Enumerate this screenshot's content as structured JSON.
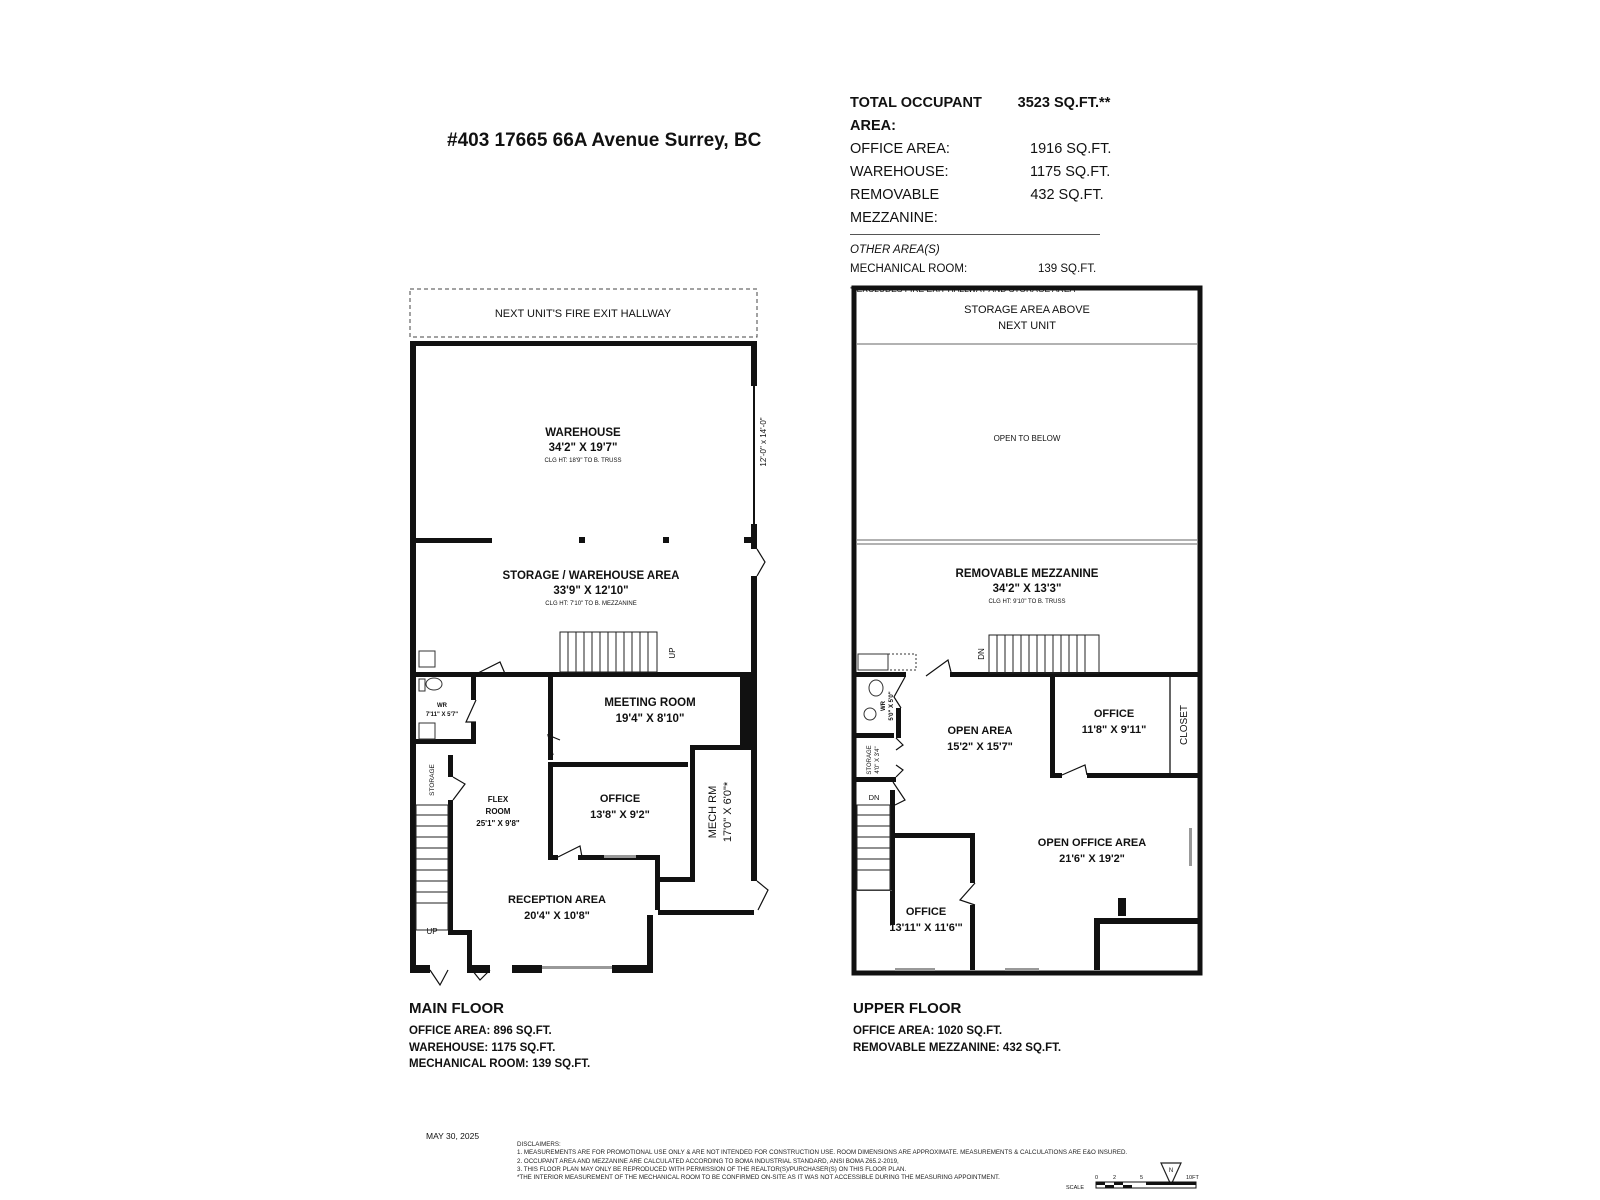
{
  "title": "#403 17665 66A Avenue Surrey, BC",
  "summary": {
    "total": {
      "label": "TOTAL OCCUPANT AREA:",
      "value": "3523 SQ.FT.**"
    },
    "rows": [
      {
        "label": "OFFICE AREA:",
        "value": "1916 SQ.FT."
      },
      {
        "label": "WAREHOUSE:",
        "value": "1175 SQ.FT."
      },
      {
        "label": "REMOVABLE MEZZANINE:",
        "value": "432 SQ.FT."
      }
    ],
    "other_heading": "OTHER AREA(S)",
    "mechanical": {
      "label": "MECHANICAL ROOM:",
      "value": "139 SQ.FT."
    },
    "note": "**EXCLUDES FIRE EXIT HALLWAY AND STORAGE AREA"
  },
  "main_floor": {
    "label": "MAIN FLOOR",
    "stats": [
      "OFFICE AREA: 896 SQ.FT.",
      "WAREHOUSE: 1175 SQ.FT.",
      "MECHANICAL ROOM: 139 SQ.FT."
    ],
    "fire_exit": "NEXT UNIT'S FIRE EXIT HALLWAY",
    "garage_door": "12'-0\" x 14'-0\"",
    "rooms": {
      "warehouse": {
        "name": "WAREHOUSE",
        "dim": "34'2\" X 19'7\"",
        "note": "CLG HT: 18'9\" TO B. TRUSS"
      },
      "storage_warehouse": {
        "name": "STORAGE / WAREHOUSE AREA",
        "dim": "33'9\" X 12'10\"",
        "note": "CLG HT: 7'10\" TO B. MEZZANINE"
      },
      "meeting": {
        "name": "MEETING ROOM",
        "dim": "19'4\" X 8'10\""
      },
      "office": {
        "name": "OFFICE",
        "dim": "13'8\" X 9'2\""
      },
      "mech": {
        "name": "MECH RM",
        "dim": "17'0\" X 6'0\"*"
      },
      "flex": {
        "name1": "FLEX",
        "name2": "ROOM",
        "dim": "25'1\" X 9'8\""
      },
      "reception": {
        "name": "RECEPTION AREA",
        "dim": "20'4\" X 10'8\""
      },
      "wr": {
        "name": "WR",
        "dim": "7'11\" X 5'7\""
      },
      "storage": "STORAGE",
      "up1": "UP",
      "up2": "UP"
    }
  },
  "upper_floor": {
    "label": "UPPER FLOOR",
    "stats": [
      "OFFICE AREA: 1020 SQ.FT.",
      "REMOVABLE MEZZANINE: 432 SQ.FT."
    ],
    "storage_above": [
      "STORAGE AREA ABOVE",
      "NEXT UNIT"
    ],
    "open_below": "OPEN TO BELOW",
    "rooms": {
      "mezzanine": {
        "name": "REMOVABLE MEZZANINE",
        "dim": "34'2\" X 13'3\"",
        "note": "CLG HT: 9'10\" TO B. TRUSS"
      },
      "open_area": {
        "name": "OPEN AREA",
        "dim": "15'2\" X 15'7\""
      },
      "office_a": {
        "name": "OFFICE",
        "dim": "11'8\" X 9'11\""
      },
      "closet": "CLOSET",
      "open_office": {
        "name": "OPEN OFFICE AREA",
        "dim": "21'6\" X 19'2\""
      },
      "office_b": {
        "name": "OFFICE",
        "dim": "13'11\" X 11'6'\""
      },
      "wr": {
        "name": "WR",
        "dim": "5'0\" X 5'0\""
      },
      "storage": {
        "name": "STORAGE",
        "dim": "4'0\" X 3'4\""
      },
      "dn1": "DN",
      "dn2": "DN"
    }
  },
  "footer": {
    "date": "MAY 30, 2025",
    "disclaimers": [
      "DISCLAIMERS:",
      "1. MEASUREMENTS ARE FOR PROMOTIONAL USE ONLY & ARE NOT INTENDED FOR CONSTRUCTION USE. ROOM DIMENSIONS ARE APPROXIMATE. MEASUREMENTS & CALCULATIONS ARE E&O INSURED.",
      "2. OCCUPANT AREA AND MEZZANINE ARE CALCULATED ACCORDING TO BOMA INDUSTRIAL STANDARD, ANSI BOMA Z65.2-2019,",
      "3. THIS FLOOR PLAN MAY ONLY BE REPRODUCED WITH PERMISSION OF THE REALTOR(S)/PURCHASER(S) ON THIS FLOOR PLAN.",
      "*THE INTERIOR MEASUREMENT OF THE MECHANICAL ROOM TO BE CONFIRMED ON-SITE AS IT WAS NOT ACCESSIBLE DURING THE MEASURING APPOINTMENT."
    ],
    "north": "N",
    "scale": {
      "label": "SCALE",
      "ticks": [
        "0",
        "2",
        "5",
        "10FT"
      ]
    }
  }
}
